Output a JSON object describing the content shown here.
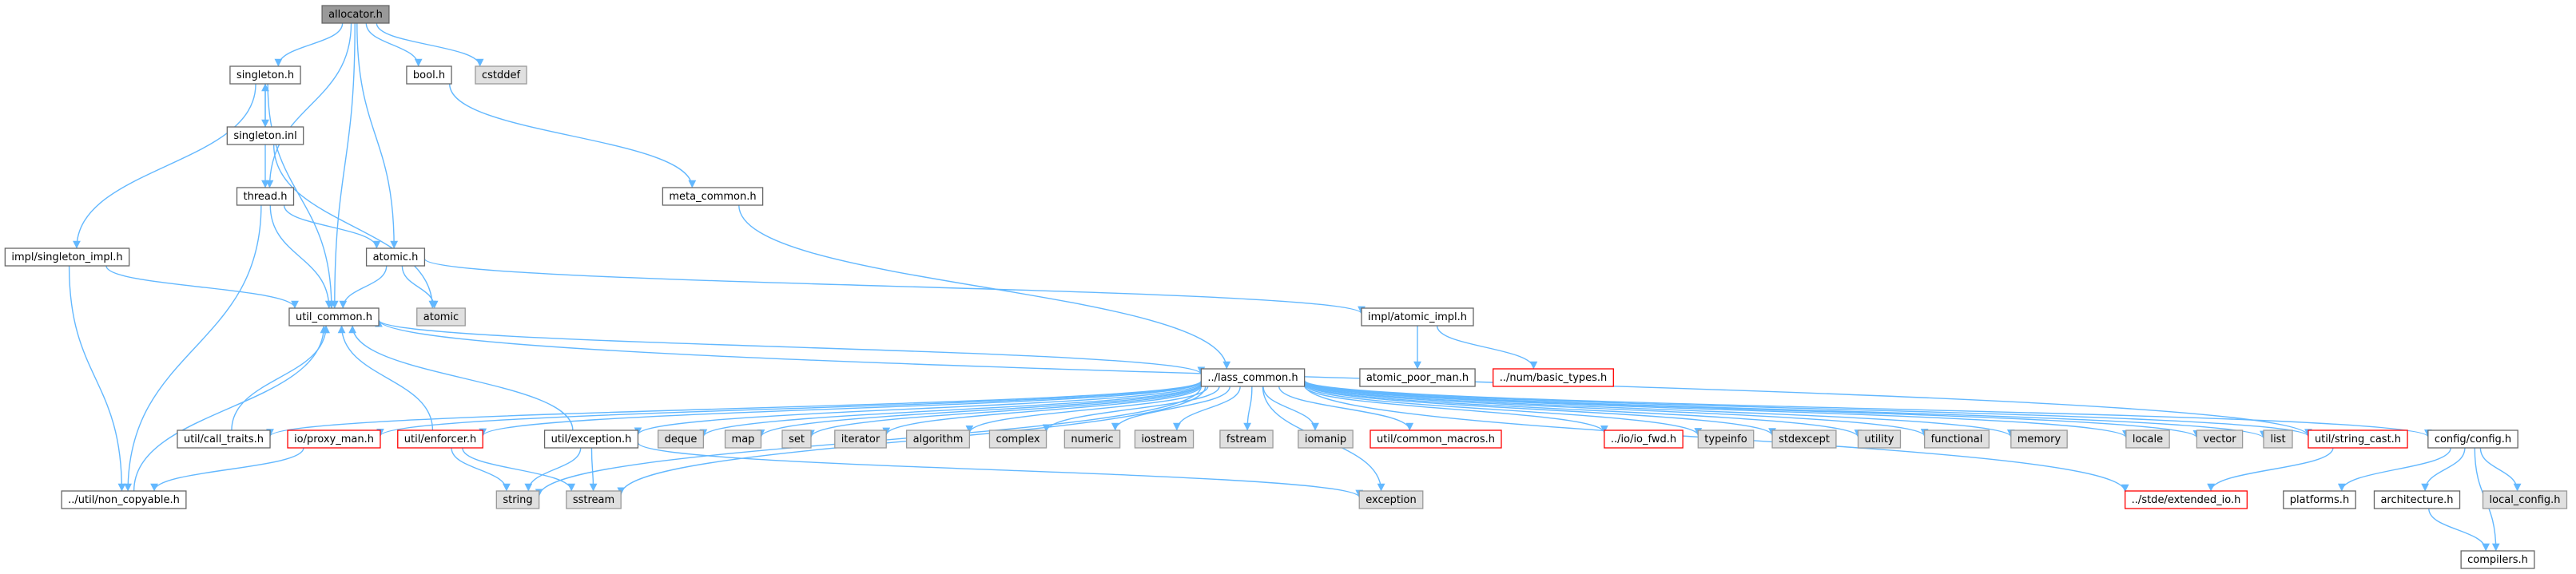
{
  "diagram": {
    "type": "include-dependency-graph",
    "colors": {
      "edge": "#63b8ff",
      "root_fill": "#999999",
      "normal_fill": "#ffffff",
      "normal_stroke": "#666666",
      "system_fill": "#e0e0e0",
      "system_stroke": "#999999",
      "missing_stroke": "#ff0000"
    },
    "nodes": [
      {
        "id": "allocator",
        "label": "allocator.h",
        "kind": "root"
      },
      {
        "id": "singleton",
        "label": "singleton.h",
        "kind": "normal"
      },
      {
        "id": "bool",
        "label": "bool.h",
        "kind": "normal"
      },
      {
        "id": "cstddef",
        "label": "cstddef",
        "kind": "system"
      },
      {
        "id": "singleton_inl",
        "label": "singleton.inl",
        "kind": "normal"
      },
      {
        "id": "thread",
        "label": "thread.h",
        "kind": "normal"
      },
      {
        "id": "meta_common",
        "label": "meta_common.h",
        "kind": "normal"
      },
      {
        "id": "singleton_impl",
        "label": "impl/singleton_impl.h",
        "kind": "normal"
      },
      {
        "id": "atomic_h",
        "label": "atomic.h",
        "kind": "normal"
      },
      {
        "id": "util_common",
        "label": "util_common.h",
        "kind": "normal"
      },
      {
        "id": "atomic",
        "label": "atomic",
        "kind": "system"
      },
      {
        "id": "atomic_impl",
        "label": "impl/atomic_impl.h",
        "kind": "normal"
      },
      {
        "id": "atomic_poor",
        "label": "atomic_poor_man.h",
        "kind": "normal"
      },
      {
        "id": "basic_types",
        "label": "../num/basic_types.h",
        "kind": "missing"
      },
      {
        "id": "lass_common",
        "label": "../lass_common.h",
        "kind": "normal"
      },
      {
        "id": "call_traits",
        "label": "util/call_traits.h",
        "kind": "normal"
      },
      {
        "id": "proxy_man",
        "label": "io/proxy_man.h",
        "kind": "missing"
      },
      {
        "id": "enforcer",
        "label": "util/enforcer.h",
        "kind": "missing"
      },
      {
        "id": "exception_h",
        "label": "util/exception.h",
        "kind": "normal"
      },
      {
        "id": "deque",
        "label": "deque",
        "kind": "system"
      },
      {
        "id": "map",
        "label": "map",
        "kind": "system"
      },
      {
        "id": "set",
        "label": "set",
        "kind": "system"
      },
      {
        "id": "iterator",
        "label": "iterator",
        "kind": "system"
      },
      {
        "id": "algorithm",
        "label": "algorithm",
        "kind": "system"
      },
      {
        "id": "complex",
        "label": "complex",
        "kind": "system"
      },
      {
        "id": "numeric",
        "label": "numeric",
        "kind": "system"
      },
      {
        "id": "iostream",
        "label": "iostream",
        "kind": "system"
      },
      {
        "id": "fstream",
        "label": "fstream",
        "kind": "system"
      },
      {
        "id": "iomanip",
        "label": "iomanip",
        "kind": "system"
      },
      {
        "id": "common_macros",
        "label": "util/common_macros.h",
        "kind": "missing"
      },
      {
        "id": "io_fwd",
        "label": "../io/io_fwd.h",
        "kind": "missing"
      },
      {
        "id": "typeinfo",
        "label": "typeinfo",
        "kind": "system"
      },
      {
        "id": "stdexcept",
        "label": "stdexcept",
        "kind": "system"
      },
      {
        "id": "utility",
        "label": "utility",
        "kind": "system"
      },
      {
        "id": "functional",
        "label": "functional",
        "kind": "system"
      },
      {
        "id": "memory",
        "label": "memory",
        "kind": "system"
      },
      {
        "id": "locale",
        "label": "locale",
        "kind": "system"
      },
      {
        "id": "vector",
        "label": "vector",
        "kind": "system"
      },
      {
        "id": "list",
        "label": "list",
        "kind": "system"
      },
      {
        "id": "string_cast",
        "label": "util/string_cast.h",
        "kind": "missing"
      },
      {
        "id": "config",
        "label": "config/config.h",
        "kind": "normal"
      },
      {
        "id": "non_copyable",
        "label": "../util/non_copyable.h",
        "kind": "normal"
      },
      {
        "id": "string",
        "label": "string",
        "kind": "system"
      },
      {
        "id": "sstream",
        "label": "sstream",
        "kind": "system"
      },
      {
        "id": "exception",
        "label": "exception",
        "kind": "system"
      },
      {
        "id": "extended_io",
        "label": "../stde/extended_io.h",
        "kind": "missing"
      },
      {
        "id": "platforms",
        "label": "platforms.h",
        "kind": "normal"
      },
      {
        "id": "architecture",
        "label": "architecture.h",
        "kind": "normal"
      },
      {
        "id": "local_config",
        "label": "local_config.h",
        "kind": "system"
      },
      {
        "id": "compilers",
        "label": "compilers.h",
        "kind": "normal"
      }
    ],
    "edges": [
      [
        "allocator",
        "singleton"
      ],
      [
        "allocator",
        "bool"
      ],
      [
        "allocator",
        "cstddef"
      ],
      [
        "allocator",
        "thread"
      ],
      [
        "allocator",
        "atomic_h"
      ],
      [
        "allocator",
        "util_common"
      ],
      [
        "singleton",
        "singleton_inl"
      ],
      [
        "singleton",
        "singleton_impl"
      ],
      [
        "singleton",
        "util_common"
      ],
      [
        "singleton_inl",
        "singleton"
      ],
      [
        "singleton_inl",
        "thread"
      ],
      [
        "singleton_inl",
        "atomic"
      ],
      [
        "bool",
        "meta_common"
      ],
      [
        "meta_common",
        "lass_common"
      ],
      [
        "thread",
        "atomic_h"
      ],
      [
        "thread",
        "util_common"
      ],
      [
        "thread",
        "non_copyable"
      ],
      [
        "singleton_impl",
        "util_common"
      ],
      [
        "singleton_impl",
        "non_copyable"
      ],
      [
        "atomic_h",
        "util_common"
      ],
      [
        "atomic_h",
        "atomic"
      ],
      [
        "atomic_h",
        "atomic_impl"
      ],
      [
        "atomic_impl",
        "atomic_poor"
      ],
      [
        "atomic_impl",
        "basic_types"
      ],
      [
        "util_common",
        "lass_common"
      ],
      [
        "string_cast",
        "util_common"
      ],
      [
        "call_traits",
        "util_common"
      ],
      [
        "enforcer",
        "util_common"
      ],
      [
        "exception_h",
        "util_common"
      ],
      [
        "non_copyable",
        "util_common"
      ],
      [
        "lass_common",
        "call_traits"
      ],
      [
        "lass_common",
        "proxy_man"
      ],
      [
        "lass_common",
        "enforcer"
      ],
      [
        "lass_common",
        "exception_h"
      ],
      [
        "lass_common",
        "deque"
      ],
      [
        "lass_common",
        "map"
      ],
      [
        "lass_common",
        "set"
      ],
      [
        "lass_common",
        "iterator"
      ],
      [
        "lass_common",
        "algorithm"
      ],
      [
        "lass_common",
        "complex"
      ],
      [
        "lass_common",
        "numeric"
      ],
      [
        "lass_common",
        "iostream"
      ],
      [
        "lass_common",
        "fstream"
      ],
      [
        "lass_common",
        "iomanip"
      ],
      [
        "lass_common",
        "common_macros"
      ],
      [
        "lass_common",
        "io_fwd"
      ],
      [
        "lass_common",
        "typeinfo"
      ],
      [
        "lass_common",
        "stdexcept"
      ],
      [
        "lass_common",
        "utility"
      ],
      [
        "lass_common",
        "functional"
      ],
      [
        "lass_common",
        "memory"
      ],
      [
        "lass_common",
        "locale"
      ],
      [
        "lass_common",
        "vector"
      ],
      [
        "lass_common",
        "list"
      ],
      [
        "lass_common",
        "string_cast"
      ],
      [
        "lass_common",
        "config"
      ],
      [
        "lass_common",
        "string"
      ],
      [
        "lass_common",
        "sstream"
      ],
      [
        "lass_common",
        "exception"
      ],
      [
        "lass_common",
        "extended_io"
      ],
      [
        "proxy_man",
        "non_copyable"
      ],
      [
        "enforcer",
        "string"
      ],
      [
        "enforcer",
        "sstream"
      ],
      [
        "exception_h",
        "string"
      ],
      [
        "exception_h",
        "sstream"
      ],
      [
        "exception_h",
        "exception"
      ],
      [
        "string_cast",
        "extended_io"
      ],
      [
        "config",
        "platforms"
      ],
      [
        "config",
        "architecture"
      ],
      [
        "config",
        "local_config"
      ],
      [
        "config",
        "compilers"
      ],
      [
        "architecture",
        "compilers"
      ]
    ]
  }
}
